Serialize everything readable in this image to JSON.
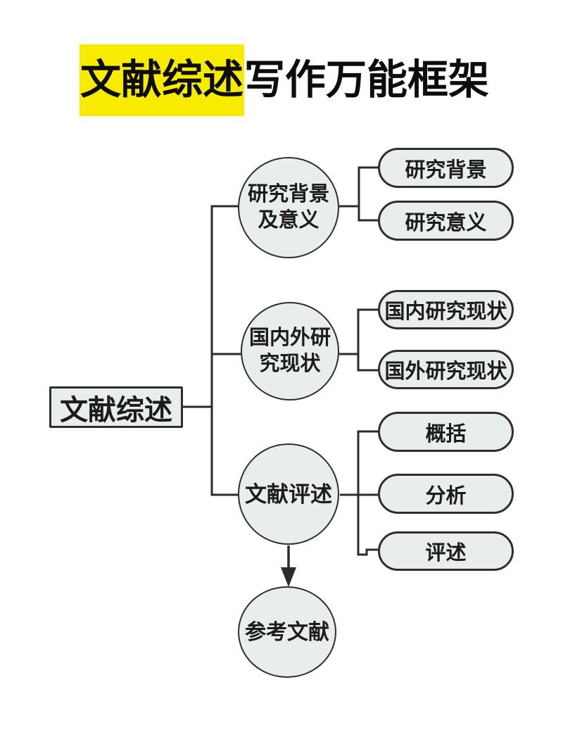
{
  "title": {
    "highlight": "文献综述",
    "rest": "写作万能框架",
    "highlight_color": "#f7ec00"
  },
  "diagram": {
    "root": {
      "label": "文献综述"
    },
    "branches": [
      {
        "label_lines": [
          "研究背景",
          "及意义"
        ],
        "children": [
          "研究背景",
          "研究意义"
        ]
      },
      {
        "label_lines": [
          "国内外研",
          "究现状"
        ],
        "children": [
          "国内研究现状",
          "国外研究现状"
        ]
      },
      {
        "label_lines": [
          "文献评述"
        ],
        "children": [
          "概括",
          "分析",
          "评述"
        ]
      }
    ],
    "footer_node": {
      "label": "参考文献"
    },
    "colors": {
      "node_fill": "#e9edeb",
      "node_border": "#2e2e2e",
      "line": "#2b2b2b",
      "title_text": "#0d0d0d",
      "background": "#ffffff"
    }
  }
}
